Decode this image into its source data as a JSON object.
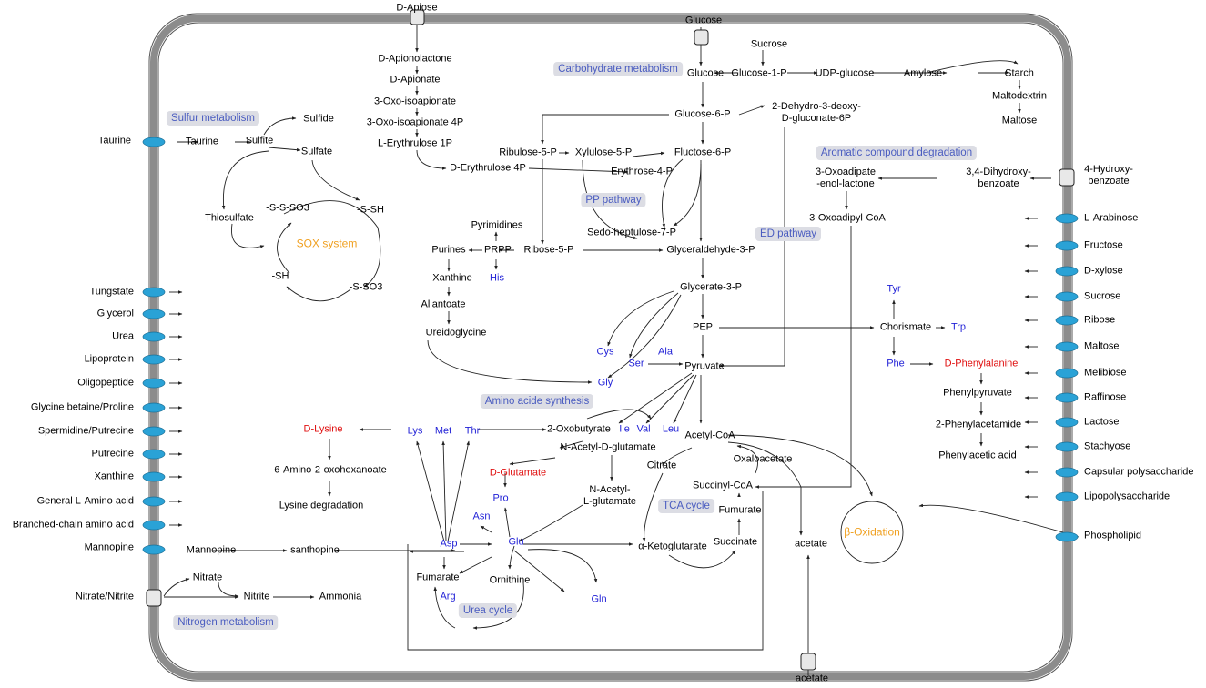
{
  "colors": {
    "membrane": "#8a8a8a",
    "label_blue": "#4a5cc0",
    "amino": "#1f1fd6",
    "highlight": "#e01010",
    "accent": "#f0a020",
    "transporter": "#2aa2d6"
  },
  "pathway_tags": {
    "carbohydrate": "Carbohydrate metabolism",
    "sulfur": "Sulfur metabolism",
    "aromatic": "Aromatic compound degradation",
    "pp": "PP pathway",
    "ed": "ED pathway",
    "amino": "Amino acide synthesis",
    "tca": "TCA cycle",
    "urea": "Urea cycle",
    "nitrogen": "Nitrogen metabolism",
    "sox": "SOX system",
    "beta": "β-Oxidation"
  },
  "external_left": [
    "Tungstate",
    "Glycerol",
    "Urea",
    "Lipoprotein",
    "Oligopeptide",
    "Glycine betaine/Proline",
    "Spermidine/Putrecine",
    "Putrecine",
    "Xanthine",
    "General L-Amino acid",
    "Branched-chain amino acid",
    "Mannopine"
  ],
  "external_right": [
    "L-Arabinose",
    "Fructose",
    "D-xylose",
    "Sucrose",
    "Ribose",
    "Maltose",
    "Melibiose",
    "Raffinose",
    "Lactose",
    "Stachyose",
    "Capsular polysaccharide",
    "Lipopolysaccharide",
    "Phospholipid"
  ],
  "external_other": {
    "apiose": "D-Apiose",
    "glucose": "Glucose",
    "taurine": "Taurine",
    "hydroxybenzoate": "4-Hydroxy-\nbenzoate",
    "nitrate_nitrite": "Nitrate/Nitrite",
    "acetate_out": "acetate"
  },
  "metabolites": {
    "apionolactone": "D-Apionolactone",
    "apionate": "D-Apionate",
    "oxoisoapionate": "3-Oxo-isoapionate",
    "oxoisoapionate4p": "3-Oxo-isoapionate 4P",
    "erythrulose1p": "L-Erythrulose 1P",
    "erythrulose4p": "D-Erythrulose 4P",
    "sucrose_in": "Sucrose",
    "glucose_in": "Glucose",
    "glucose1p": "Glucose-1-P",
    "udpglucose": "UDP-glucose",
    "amylose": "Amylose",
    "starch": "Starch",
    "maltodextrin": "Maltodextrin",
    "maltose_in": "Maltose",
    "glucose6p": "Glucose-6-P",
    "kdpg": "2-Dehydro-3-deoxy-\nD-gluconate-6P",
    "ribulose5p": "Ribulose-5-P",
    "xylulose5p": "Xylulose-5-P",
    "fructose6p": "Fluctose-6-P",
    "erythrose4p": "Erythrose-4-P",
    "sedoheptulose": "Sedo-heptulose-7-P",
    "ribose5p": "Ribose-5-P",
    "g3p": "Glyceraldehyde-3-P",
    "glycerate3p": "Glycerate-3-P",
    "pep": "PEP",
    "pyruvate": "Pyruvate",
    "acetylcoa": "Acetyl-CoA",
    "pyrimidines": "Pyrimidines",
    "purines": "Purines",
    "prpp": "PRPP",
    "his": "His",
    "xanthine_in": "Xanthine",
    "allantoate": "Allantoate",
    "ureidoglycine": "Ureidoglycine",
    "taurine_in": "Taurine",
    "sulfite": "Sulfite",
    "sulfide": "Sulfide",
    "sulfate": "Sulfate",
    "thiosulfate": "Thiosulfate",
    "sso3a": "-S-S-SO3",
    "ssh": "-S-SH",
    "sh": "-SH",
    "sso3b": "-S-SO3",
    "oxoadipate_lactone": "3-Oxoadipate\n-enol-lactone",
    "dihydroxybenzoate": "3,4-Dihydroxy-\nbenzoate",
    "oxoadipyl": "3-Oxoadipyl-CoA",
    "tyr": "Tyr",
    "chorismate": "Chorismate",
    "trp": "Trp",
    "phe": "Phe",
    "dphe": "D-Phenylalanine",
    "phenylpyruvate": "Phenylpyruvate",
    "phenylacetamide": "2-Phenylacetamide",
    "phenylacetic": "Phenylacetic acid",
    "cys": "Cys",
    "ala": "Ala",
    "ser": "Ser",
    "gly": "Gly",
    "dlysine": "D-Lysine",
    "lys": "Lys",
    "met": "Met",
    "thr": "Thr",
    "oxobutyrate": "2-Oxobutyrate",
    "ile": "Ile",
    "val": "Val",
    "leu": "Leu",
    "aminooxohexanoate": "6-Amino-2-oxohexanoate",
    "lysdeg": "Lysine degradation",
    "nacetylglutamate": "N-Acetyl-D-glutamate",
    "dglutamate": "D-Glutamate",
    "nacetyllglutamate": "N-Acetyl-\nL-glutamate",
    "pro": "Pro",
    "asn": "Asn",
    "asp": "Asp",
    "glu": "Glu",
    "fumarate_u": "Fumarate",
    "ornithine": "Ornithine",
    "arg": "Arg",
    "gln": "Gln",
    "citrate": "Citrate",
    "oxaloacetate": "Oxaloacetate",
    "succinylcoa": "Succinyl-CoA",
    "fumarate_t": "Fumurate",
    "succinate": "Succinate",
    "akg": "α-Ketoglutarate",
    "acetate_in": "acetate",
    "mannopine_in": "Mannopine",
    "santhopine": "santhopine",
    "nitrate": "Nitrate",
    "nitrite": "Nitrite",
    "ammonia": "Ammonia"
  }
}
